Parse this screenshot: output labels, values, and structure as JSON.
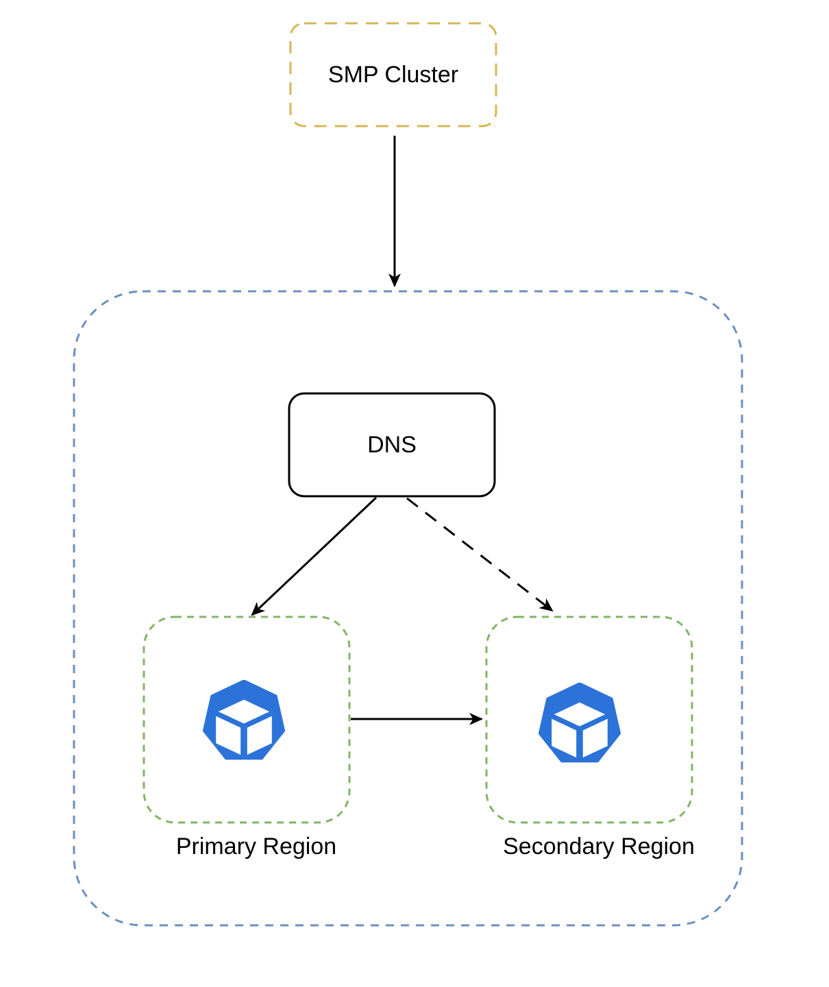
{
  "page": {
    "background_color": "#ffffff",
    "text_color": "#000000"
  },
  "diagram": {
    "nodes": {
      "smp_cluster": {
        "label": "SMP Cluster",
        "border_color": "#D6B656",
        "border_style": "dashed"
      },
      "dns": {
        "label": "DNS",
        "border_color": "#000000",
        "border_style": "solid"
      },
      "primary_region": {
        "label": "Primary Region",
        "border_color": "#82B366",
        "border_style": "dashed"
      },
      "secondary_region": {
        "label": "Secondary Region",
        "border_color": "#82B366",
        "border_style": "dashed"
      }
    },
    "outer_container": {
      "border_color": "#6C8EBF",
      "border_style": "dashed"
    },
    "icon": {
      "name": "workload-cube-heptagon-icon",
      "color": "#2B73D8",
      "cube_color": "#ffffff"
    },
    "edges": {
      "arrow_color": "#000000",
      "list": [
        {
          "from": "SMP Cluster",
          "to": "outer container",
          "style": "solid"
        },
        {
          "from": "DNS",
          "to": "Primary Region",
          "style": "solid"
        },
        {
          "from": "DNS",
          "to": "Secondary Region",
          "style": "dashed"
        },
        {
          "from": "Primary Region",
          "to": "Secondary Region",
          "style": "solid"
        }
      ]
    }
  }
}
